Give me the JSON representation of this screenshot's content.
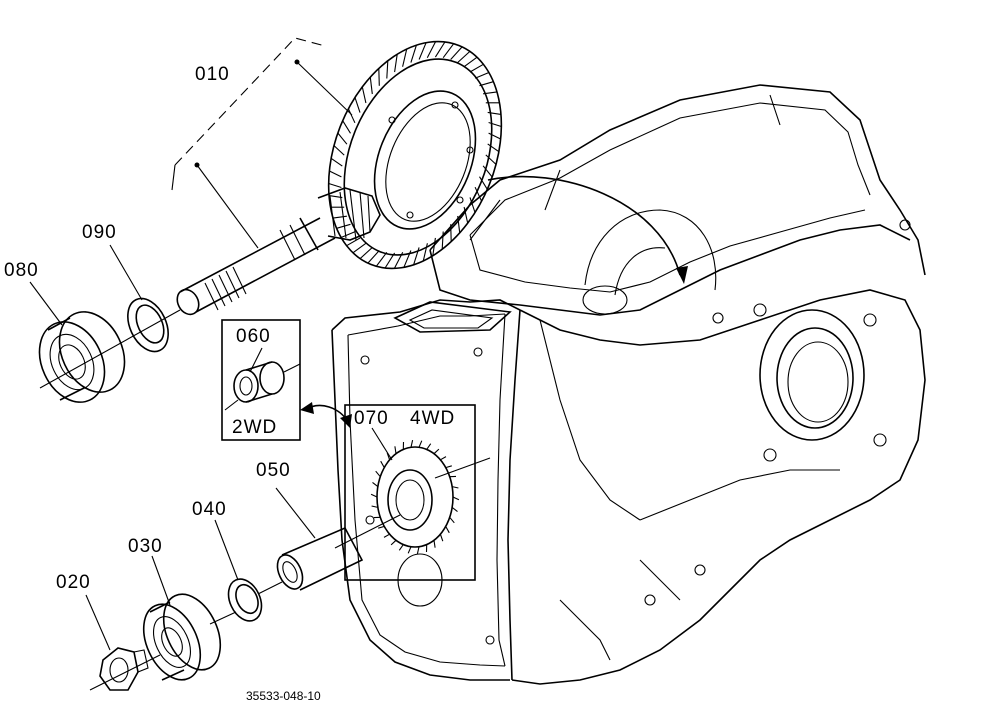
{
  "diagram": {
    "callouts": [
      "010",
      "090",
      "080",
      "060",
      "2WD",
      "070",
      "4WD",
      "050",
      "040",
      "030",
      "020"
    ],
    "drawing_number": "35533-048-10"
  }
}
